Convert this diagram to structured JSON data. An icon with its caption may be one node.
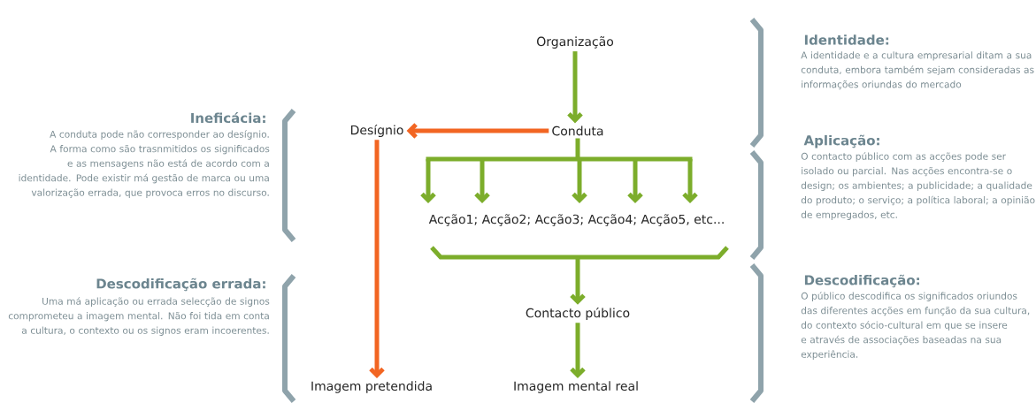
{
  "diagram": {
    "nodes": [
      {
        "text": [
          "Organização"
        ]
      },
      {
        "text": [
          "Desígnio"
        ]
      },
      {
        "text": [
          "Conduta"
        ]
      },
      {
        "text": [
          "Acção1; Acção2; Acção3; Acção4; Acção5, etc..."
        ]
      },
      {
        "text": [
          "Contacto público"
        ]
      },
      {
        "text": [
          "Imagem pretendida"
        ]
      },
      {
        "text": [
          "Imagem mental real"
        ]
      }
    ],
    "edges": [
      {
        "from": 0,
        "to": 2,
        "arrow": "to"
      },
      {
        "from": 2,
        "to": 1,
        "arrow": "to",
        "color": "#f26522"
      },
      {
        "from": 1,
        "to": 5,
        "arrow": "to",
        "color": "#f26522"
      },
      {
        "from": 2,
        "to": 3,
        "arrow": "to"
      },
      {
        "from": 3,
        "to": 4,
        "arrow": "to"
      },
      {
        "from": 4,
        "to": 6,
        "arrow": "to"
      }
    ],
    "labels": [
      "Ineficácia:",
      "A conduta pode não corresponder ao desígnio. A forma como são trasnmitidos os significados e as mensagens não está de acordo com a identidade. Pode existir má gestão de marca ou uma valorização errada, que provoca erros no discurso.",
      "Descodificação errada:",
      "Uma má aplicação ou errada selecção de signos comprometeu a imagem mental. Não foi tida em conta a cultura, o contexto ou os signos eram incoerentes.",
      "Identidade:",
      "A identidade e a cultura empresarial ditam a sua conduta, embora também sejam consideradas as informações oriundas do mercado",
      "Aplicação:",
      "O contacto público com as acções pode ser isolado ou parcial. Nas acções encontra-se o design; os ambientes; a publicidade; a qualidade do produto; o serviço; a política laboral; a opinião de empregados, etc.",
      "Descodificação:",
      "O público descodifica os significados oriundos das diferentes acções em função da sua cultura, do contexto sócio-cultural em que se insere e através de associações baseadas na sua experiência."
    ]
  }
}
